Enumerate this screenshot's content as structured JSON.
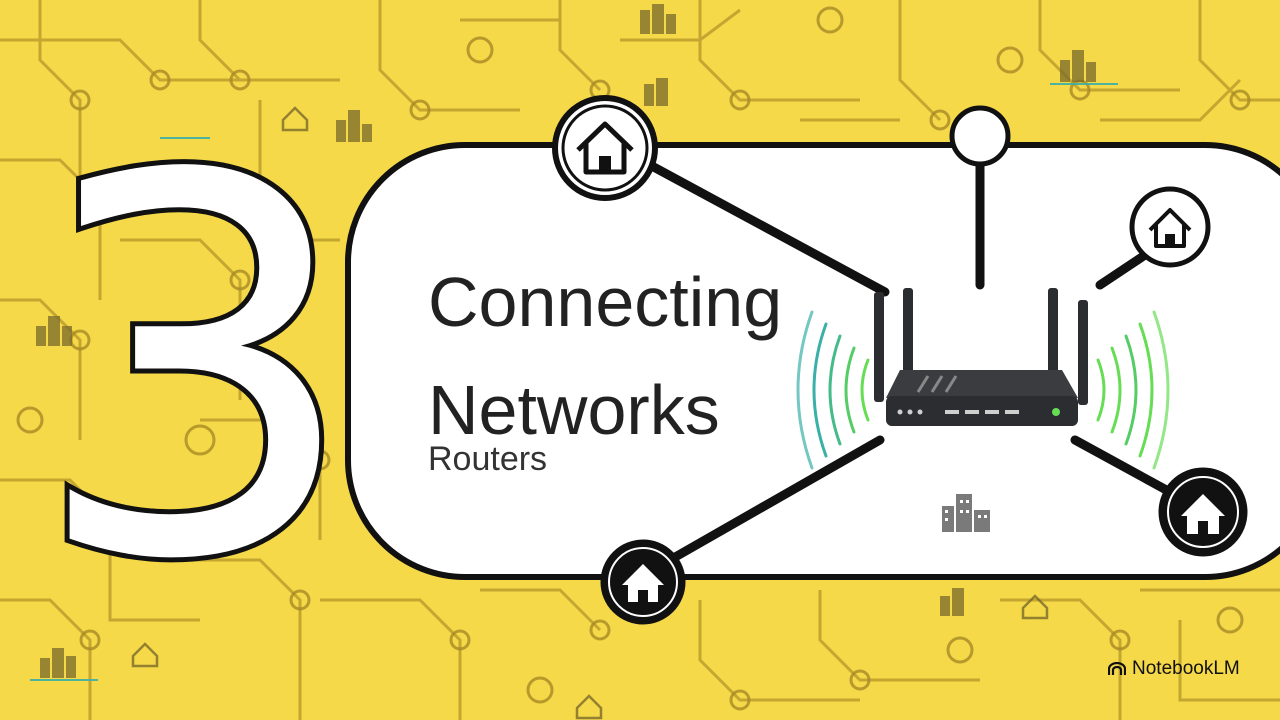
{
  "slide": {
    "number": "3",
    "title_line1": "Connecting",
    "title_line2": "Networks",
    "subtitle": "Routers"
  },
  "branding": {
    "label": "NotebookLM",
    "icon": "notebooklm-icon"
  },
  "colors": {
    "background": "#f5d949",
    "circuit": "#b89a2a",
    "panel": "#ffffff",
    "outline": "#111111",
    "router": "#2b2d30",
    "signal_green": "#66dd55",
    "signal_teal": "#3ab0a8"
  },
  "icons": [
    "house-icon",
    "router-icon",
    "building-icon",
    "antenna-node-icon",
    "wifi-signal-icon"
  ]
}
